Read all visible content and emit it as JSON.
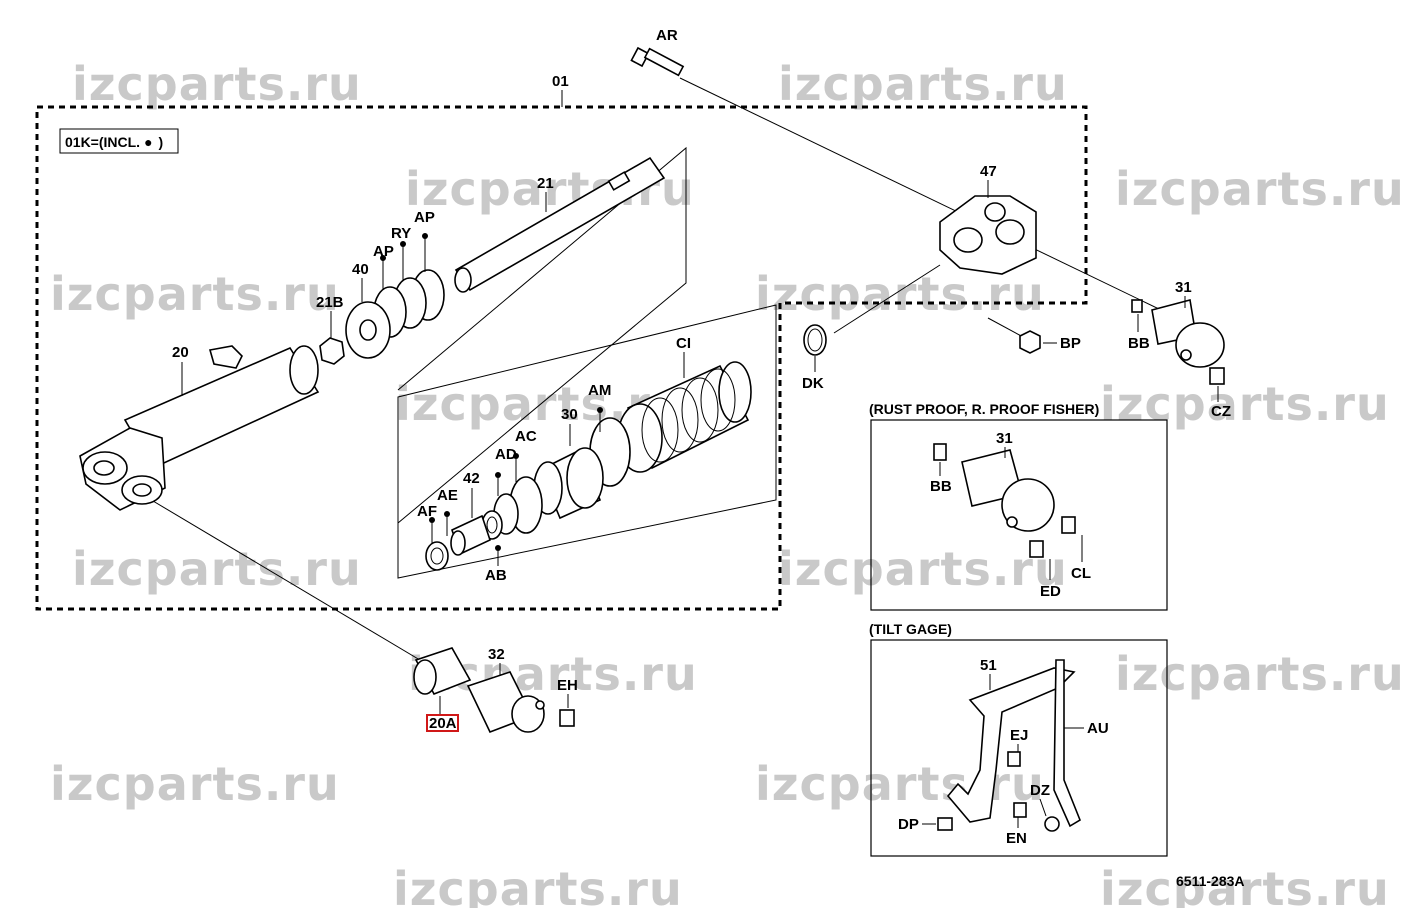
{
  "watermark": "izcparts.ru",
  "diagram_code": "6511-283A",
  "assembly_label": "01",
  "kit_note": {
    "prefix": "01K=(INCL.",
    "bullet": "●",
    "suffix": ")"
  },
  "highlighted_part": "20A",
  "inset_rust": {
    "title": "(RUST PROOF, R. PROOF FISHER)"
  },
  "inset_tilt": {
    "title": "(TILT GAGE)"
  },
  "labels": {
    "AR": "AR",
    "p47": "47",
    "p31": "31",
    "BB": "BB",
    "CZ": "CZ",
    "BP": "BP",
    "p21": "21",
    "AP1": "AP",
    "RY": "RY",
    "AP2": "AP",
    "p40": "40",
    "p21B": "21B",
    "p20": "20",
    "CI": "CI",
    "DK": "DK",
    "AM": "AM",
    "p30": "30",
    "AC": "AC",
    "AD": "AD",
    "p42": "42",
    "AE": "AE",
    "AF": "AF",
    "AB": "AB",
    "p32": "32",
    "EH": "EH",
    "r31": "31",
    "rBB": "BB",
    "rCL": "CL",
    "rED": "ED",
    "t51": "51",
    "tAU": "AU",
    "tEJ": "EJ",
    "tDZ": "DZ",
    "tDP": "DP",
    "tEN": "EN"
  }
}
